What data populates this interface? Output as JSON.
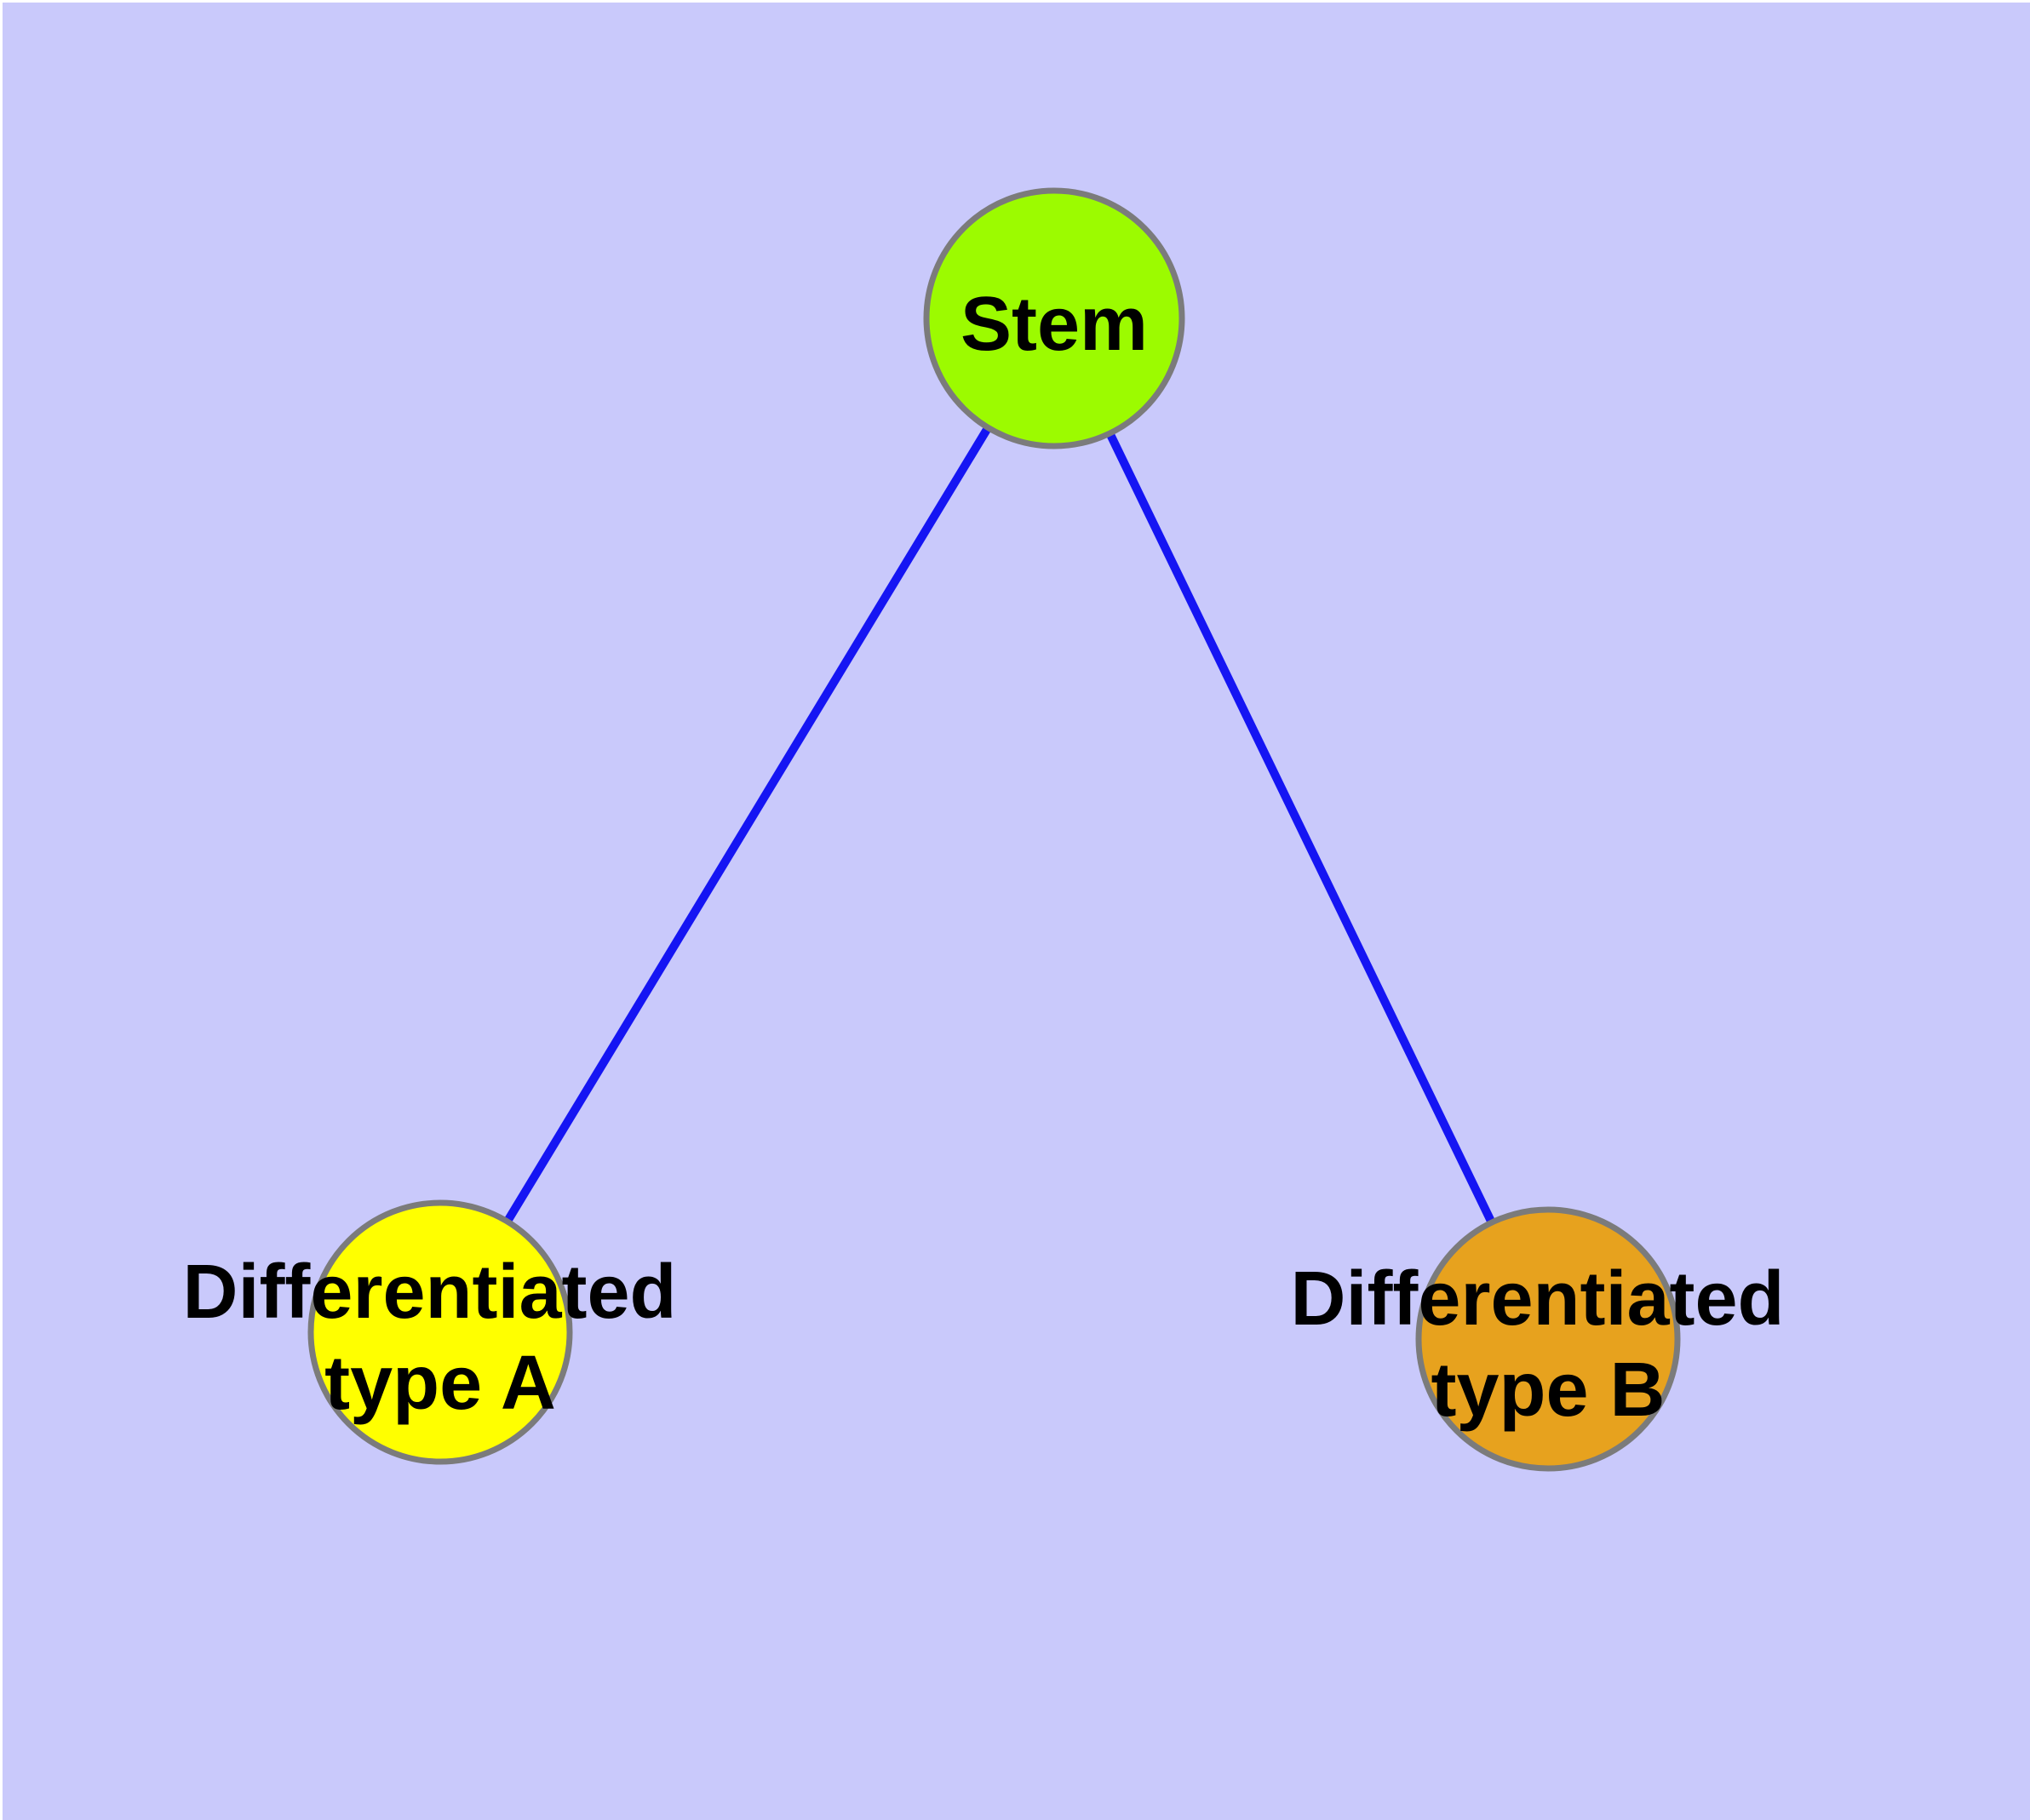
{
  "diagram": {
    "background_color": "#C9C9FB",
    "edge_color": "#1515F3",
    "node_border_color": "#7B7B7B",
    "label_color": "#000000",
    "nodes": [
      {
        "id": "stem",
        "label": "Stem",
        "fill": "#9CFB00"
      },
      {
        "id": "differentiated-type-a",
        "label": [
          "Differentiated",
          "type A"
        ],
        "fill": "#FFFF00"
      },
      {
        "id": "differentiated-type-b",
        "label": [
          "Differentiated",
          "type B"
        ],
        "fill": "#E7A21E"
      }
    ],
    "edges": [
      {
        "source": "Stem",
        "target": "Differentiated type A"
      },
      {
        "source": "Stem",
        "target": "Differentiated type B"
      }
    ]
  }
}
